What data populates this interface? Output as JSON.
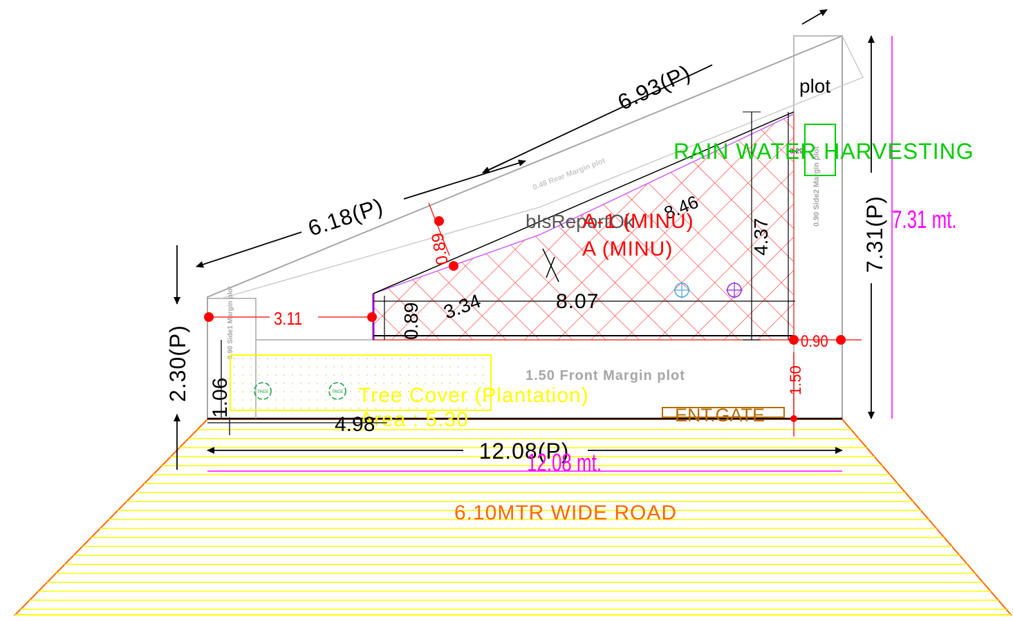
{
  "colors": {
    "black": "#000000",
    "gray": "#a6a6a6",
    "red": "#ff0000",
    "hatch": "#ff2a2a",
    "green": "#00cc00",
    "yellow": "#ffff00",
    "magenta": "#ff00ff",
    "orange": "#ff6600",
    "brown": "#b36b00",
    "blue": "#4aa3df",
    "purple": "#8a2be2"
  },
  "dimensions": {
    "rear_upper": "6.93(P)",
    "rear_lower": "6.18(P)",
    "left_side": "2.30(P)",
    "right_side": "7.31(P)",
    "right_side_mt": "7.31 mt.",
    "front": "12.08(P)",
    "front_mt": "12.08 mt.",
    "front_inner": "4.98",
    "left_inner": "1.06",
    "red_311": "3.11",
    "red_089_diag": "0.89",
    "red_090": "0.90",
    "red_150": "1.50",
    "inner_089": "0.89",
    "inner_334": "3.34",
    "inner_807": "8.07",
    "inner_437": "4.37",
    "inner_846": "8.46",
    "small_029": "0.29"
  },
  "labels": {
    "plot": "plot",
    "rwh": "RAIN WATER HARVESTING",
    "report_ok": "bIsReportOk",
    "a1_minu": "A-1 (MINU)",
    "a_minu": "A (MINU)",
    "front_margin": "1.50 Front Margin plot",
    "tree_cover": "Tree Cover (Plantation)",
    "tree_area": "Area : 5.30",
    "ent_gate": "ENT.GATE",
    "road": "6.10MTR WIDE ROAD",
    "side1_margin": "0.90 Side1 Margin plot",
    "side2_margin": "0.90 Side2 Margin plot",
    "rear_margin": "0.48 Rear Margin plot",
    "tree_icon": "TREE"
  }
}
